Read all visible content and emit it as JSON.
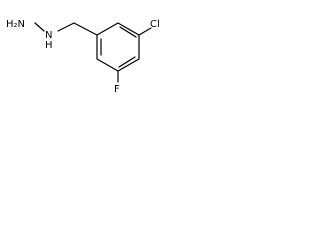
{
  "molecule": {
    "atoms": {
      "hydrazine_nh2": "H₂N",
      "hydrazine_nh_n": "N",
      "hydrazine_nh_h": "H",
      "chlorine": "Cl",
      "fluorine": "F"
    }
  }
}
